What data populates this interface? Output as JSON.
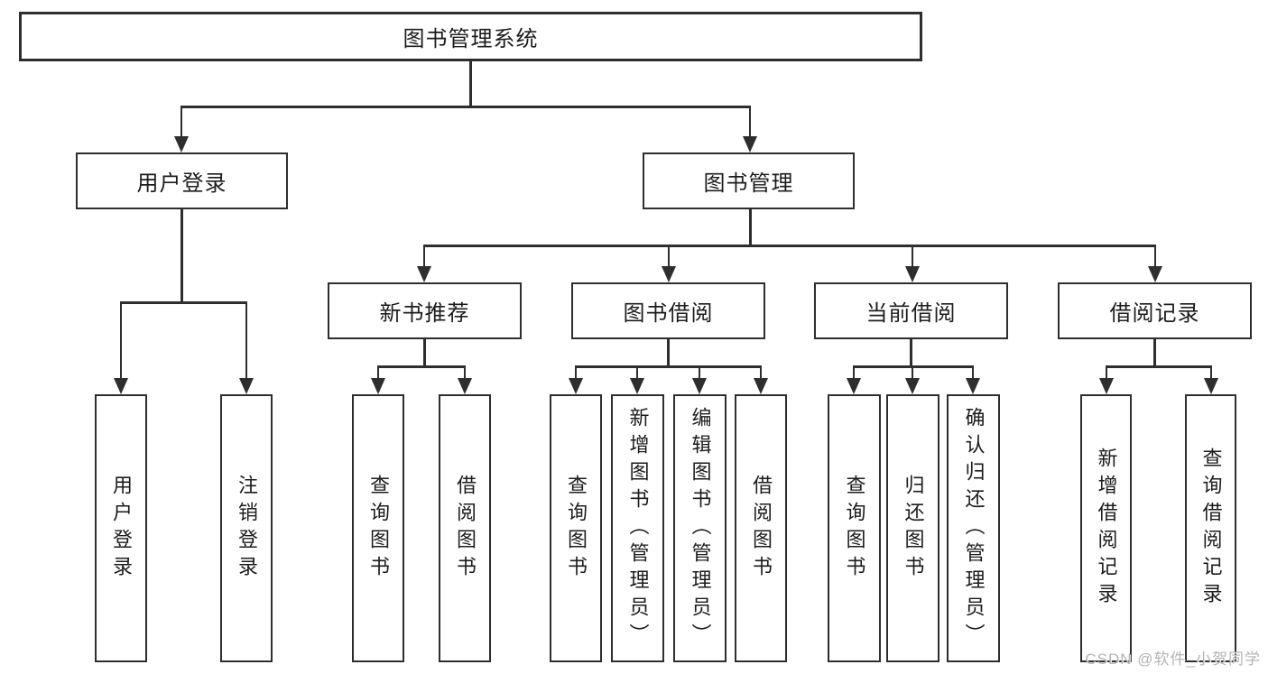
{
  "diagram": {
    "root": "图书管理系统",
    "branches": [
      {
        "label": "用户登录",
        "children": [
          "用户登录",
          "注销登录"
        ]
      },
      {
        "label": "图书管理",
        "children": [
          {
            "label": "新书推荐",
            "children": [
              "查询图书",
              "借阅图书"
            ]
          },
          {
            "label": "图书借阅",
            "children": [
              "查询图书",
              "新增图书（管理员）",
              "编辑图书（管理员）",
              "借阅图书"
            ]
          },
          {
            "label": "当前借阅",
            "children": [
              "查询图书",
              "归还图书",
              "确认归还（管理员）"
            ]
          },
          {
            "label": "借阅记录",
            "children": [
              "新增借阅记录",
              "查询借阅记录"
            ]
          }
        ]
      }
    ]
  },
  "watermark": {
    "text": "CSDN @软件_小贺同学"
  },
  "colors": {
    "line": "#2e2e2e",
    "text": "#1c1c1c",
    "watermark": "#b4b4b4",
    "background": "#ffffff"
  }
}
